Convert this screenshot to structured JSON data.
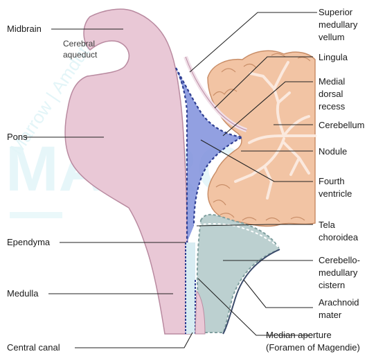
{
  "labels_left": {
    "midbrain": "Midbrain",
    "pons": "Pons",
    "ependyma": "Ependyma",
    "medulla": "Medulla",
    "central_canal": "Central canal"
  },
  "labels_inner": {
    "cerebral_aqueduct_1": "Cerebral",
    "cerebral_aqueduct_2": "aqueduct"
  },
  "labels_right": {
    "superior_medullary_velum_1": "Superior",
    "superior_medullary_velum_2": "medullary",
    "superior_medullary_velum_3": "vellum",
    "lingula": "Lingula",
    "medial_dorsal_recess_1": "Medial",
    "medial_dorsal_recess_2": "dorsal",
    "medial_dorsal_recess_3": "recess",
    "cerebellum": "Cerebellum",
    "nodule": "Nodule",
    "fourth_ventricle_1": "Fourth",
    "fourth_ventricle_2": "ventricle",
    "tela_choroidea_1": "Tela",
    "tela_choroidea_2": "choroidea",
    "cerebellomedullary_cistern_1": "Cerebello-",
    "cerebellomedullary_cistern_2": "medullary",
    "cerebellomedullary_cistern_3": "cistern",
    "arachnoid_mater_1": "Arachnoid",
    "arachnoid_mater_2": "mater",
    "median_aperture_1": "Median aperture",
    "median_aperture_2": "(Foramen of Magendie)"
  },
  "watermark": {
    "big": "MARROW",
    "diagonal": "Marrow | Amduta"
  },
  "colors": {
    "brainstem_fill": "#e9c8d6",
    "brainstem_stroke": "#b98aa0",
    "ventricle_fill": "#7f8fdc",
    "ventricle_border": "#2f3f93",
    "cerebellum_fill": "#f2c4a4",
    "cerebellum_stroke": "#c98e68",
    "cistern_fill": "#bcd0d0",
    "watermark": "#d3f0f5"
  }
}
